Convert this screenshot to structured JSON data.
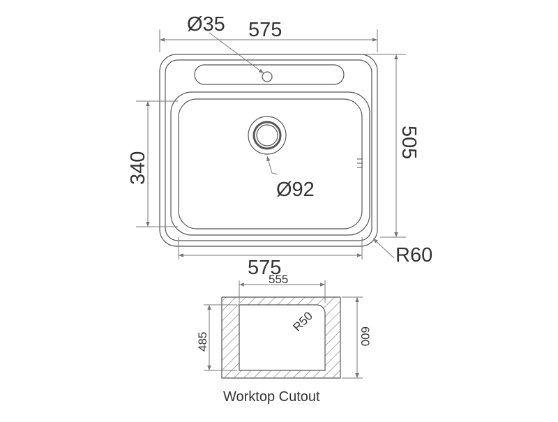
{
  "sink": {
    "tap_hole_dim": "Ø35",
    "top_width_dim": "575",
    "bowl_height_dim": "340",
    "overall_height_dim": "505",
    "drain_dim": "Ø92",
    "corner_radius_dim": "R60",
    "bottom_width_dim": "575"
  },
  "cutout": {
    "width_dim": "555",
    "inner_height_dim": "485",
    "outer_height_dim": "600",
    "corner_radius_dim": "R50",
    "caption": "Worktop Cutout"
  },
  "colors": {
    "line": "#555555",
    "text": "#333333",
    "dim_line": "#777777",
    "background": "#ffffff"
  }
}
